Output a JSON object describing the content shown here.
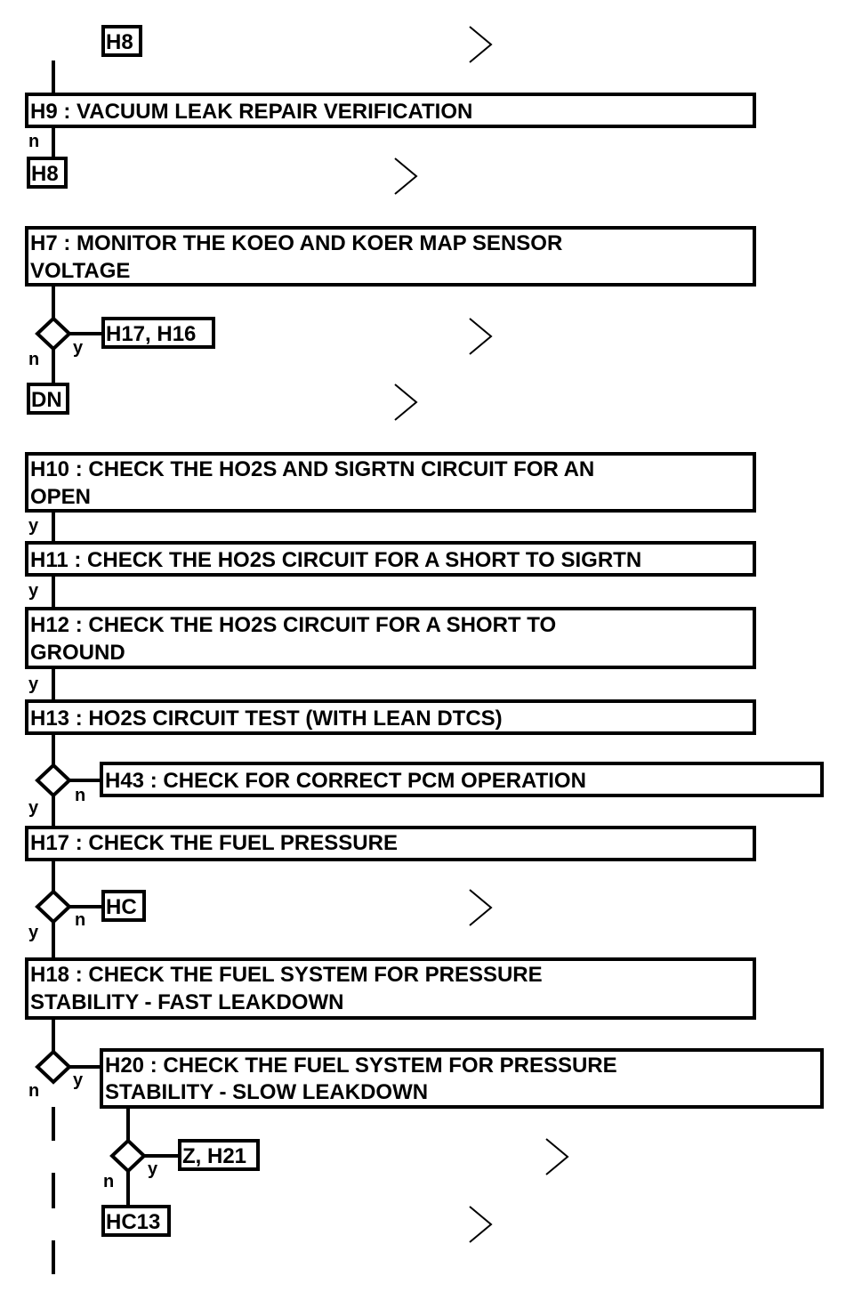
{
  "colors": {
    "line": "#000000",
    "background": "#ffffff"
  },
  "refs": {
    "h8_top": "H8",
    "h8_second": "H8",
    "h17_h16": "H17, H16",
    "dn": "DN",
    "hc": "HC",
    "z_h21": "Z, H21",
    "hc13": "HC13"
  },
  "steps": {
    "h9": {
      "line1": "H9 : VACUUM LEAK REPAIR VERIFICATION"
    },
    "h7": {
      "line1": "H7 : MONITOR THE KOEO AND KOER MAP SENSOR",
      "line2": "VOLTAGE"
    },
    "h10": {
      "line1": "H10 : CHECK THE HO2S AND SIGRTN CIRCUIT FOR AN",
      "line2": "OPEN"
    },
    "h11": {
      "line1": "H11 : CHECK THE HO2S CIRCUIT FOR A SHORT TO SIGRTN"
    },
    "h12": {
      "line1": "H12 : CHECK THE HO2S CIRCUIT FOR A SHORT TO",
      "line2": "GROUND"
    },
    "h13": {
      "line1": "H13 : HO2S CIRCUIT TEST (WITH LEAN DTCS)"
    },
    "h43": {
      "line1": "H43 : CHECK FOR CORRECT PCM OPERATION"
    },
    "h17": {
      "line1": "H17 : CHECK THE FUEL PRESSURE"
    },
    "h18": {
      "line1": "H18 : CHECK THE FUEL SYSTEM FOR PRESSURE",
      "line2": "STABILITY - FAST LEAKDOWN"
    },
    "h20": {
      "line1": "H20 : CHECK THE FUEL SYSTEM FOR PRESSURE",
      "line2": "STABILITY - SLOW LEAKDOWN"
    }
  },
  "branch_labels": {
    "no": "n",
    "yes": "y"
  }
}
